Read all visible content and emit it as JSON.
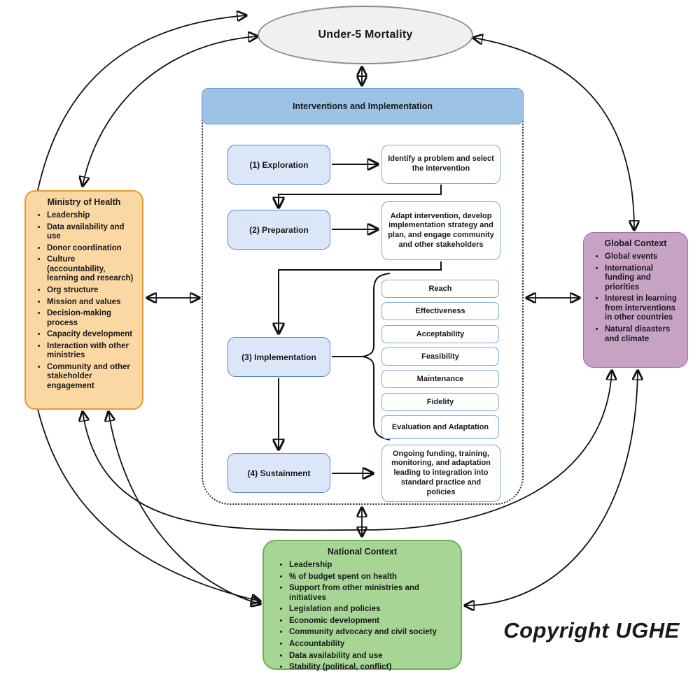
{
  "diagram": {
    "outcome_node": "Under-5 Mortality",
    "copyright": "Copyright UGHE",
    "interventions": {
      "header": "Interventions and Implementation",
      "stages": [
        {
          "label": "(1) Exploration",
          "detail": "Identify a problem and select the intervention"
        },
        {
          "label": "(2) Preparation",
          "detail": "Adapt intervention, develop implementation strategy and plan, and engage community and other stakeholders"
        },
        {
          "label": "(3) Implementation",
          "outcomes": [
            "Reach",
            "Effectiveness",
            "Acceptability",
            "Feasibility",
            "Maintenance",
            "Fidelity",
            "Evaluation and Adaptation"
          ]
        },
        {
          "label": "(4) Sustainment",
          "detail": "Ongoing funding, training, monitoring, and adaptation leading to integration into standard practice and policies"
        }
      ]
    },
    "ministry_of_health": {
      "title": "Ministry of Health",
      "items": [
        "Leadership",
        "Data availability and use",
        "Donor coordination",
        "Culture (accountability, learning and research)",
        "Org structure",
        "Mission and values",
        "Decision-making process",
        "Capacity development",
        "Interaction with other ministries",
        "Community and other stakeholder engagement"
      ]
    },
    "global_context": {
      "title": "Global Context",
      "items": [
        "Global events",
        "International funding and priorities",
        "Interest in learning from interventions in other countries",
        "Natural disasters and climate"
      ]
    },
    "national_context": {
      "title": "National Context",
      "items": [
        "Leadership",
        "% of budget spent on health",
        "Support from other ministries and initiatives",
        "Legislation and policies",
        "Economic development",
        "Community advocacy and civil society",
        "Accountability",
        "Data availability and use",
        "Stability (political, conflict)"
      ]
    },
    "colors": {
      "header_blue": "#9CC2E5",
      "stage_blue_fill": "#DBE6F8",
      "stage_blue_border": "#5B87C5",
      "white_box_border": "#7FA8DC",
      "ministry_fill": "#FBD7A3",
      "ministry_border": "#DF9F33",
      "global_fill": "#C7A2C5",
      "global_border": "#A06FA0",
      "national_fill": "#A6D596",
      "national_border": "#6FAE52",
      "ellipse_fill": "#F0F0F0",
      "arrow_color": "#111111"
    }
  }
}
